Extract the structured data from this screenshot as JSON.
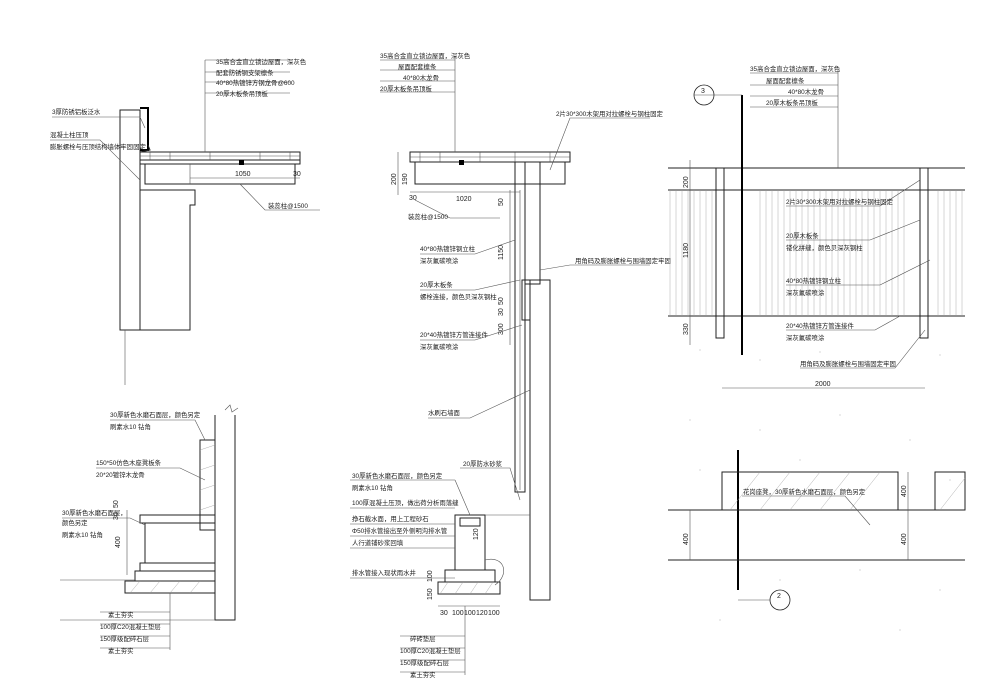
{
  "sections": {
    "top_left": {
      "labels": [
        "35高合金直立锁边屋面，深灰色",
        "配套防锈钢支架檩条",
        "40*80热镀锌方钢龙骨@600",
        "20厚木板条吊顶板",
        "3厚防锈铝板泛水",
        "混凝土柱压顶",
        "膨胀螺栓与压顶结构墙体牢固固定"
      ],
      "dims": [
        "1050",
        "30"
      ],
      "note": "装蕊柱@1500"
    },
    "bottom_left": {
      "labels": [
        "30厚新色水磨石面层，颜色另定",
        "刷素水10 钻角",
        "150*50仿色木座凳板条",
        "20*20镀锌木龙骨",
        "30厚新色水磨石面层，",
        "颜色另定",
        "刷素水10 钻角",
        "素土夯实",
        "100厚C20混凝土垫层",
        "150厚级配碎石层",
        "素土夯实"
      ],
      "dims": [
        "30",
        "50",
        "400"
      ]
    },
    "middle": {
      "labels": [
        "35高合金直立锁边屋面，深灰色",
        "屋面配套檩条",
        "40*80木龙骨",
        "20厚木板条吊顶板",
        "2片30*300木架用对拉螺栓与钢柱固定",
        "装蕊柱@1500",
        "40*80热镀锌钢立柱",
        "深灰氟碳喷涂",
        "20厚木板条",
        "螺栓连接，颜色贝深灰钢柱",
        "20*40热镀锌方管连接件",
        "深灰氟碳喷涂",
        "用角码及膨胀螺栓与围墙固定牢固",
        "水刷石墙面",
        "20厚防水砂浆",
        "30厚新色水磨石面层，颜色另定",
        "刷素水10 钻角",
        "100厚混凝土压顶，做出荷分析雨落缝",
        "挣石截水面，用上工程砂石",
        "Φ50排水管接出至外侧明沟排水管",
        "人行道铺砂浆回填",
        "排水管接入现状雨水井",
        "碎砖垫层",
        "100厚C20混凝土垫层",
        "150厚级配碎石层",
        "素土夯实"
      ],
      "dims": [
        "200",
        "190",
        "30",
        "1020",
        "50",
        "1150",
        "30",
        "50",
        "300",
        "120",
        "100",
        "150",
        "30",
        "100",
        "100",
        "120",
        "100",
        "150"
      ]
    },
    "right": {
      "labels": [
        "35高合金直立锁边屋面，深灰色",
        "屋面配套檩条",
        "40*80木龙骨",
        "20厚木板条吊顶板",
        "2片30*300木架用对拉螺栓与钢柱固定",
        "20厚木板条",
        "镂化拼缝，颜色贝深灰钢柱",
        "40*80热镀锌钢立柱",
        "深灰氟碳喷涂",
        "20*40热镀锌方管连接件",
        "深灰氟碳喷涂",
        "用角码及膨胀螺栓与围墙固定牢固",
        "花岗座凳，30厚新色水磨石面层，颜色另定"
      ],
      "dims": [
        "200",
        "1180",
        "330",
        "2000",
        "400",
        "400",
        "400"
      ],
      "markers": [
        "3",
        "2"
      ]
    }
  }
}
